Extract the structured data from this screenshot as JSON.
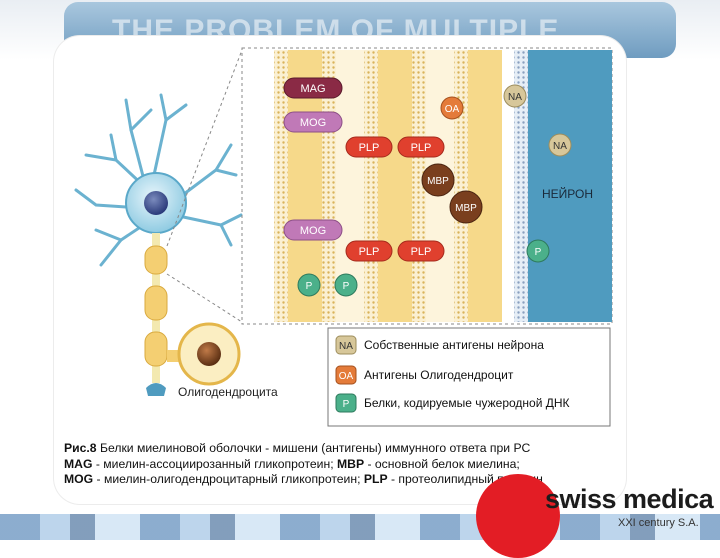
{
  "slide": {
    "title": "THE PROBLEM OF MULTIPLE"
  },
  "diagram": {
    "badges": {
      "mag": "MAG",
      "mog": "MOG",
      "plp": "PLP",
      "mbp": "MBP",
      "oa": "OA",
      "na": "NA",
      "p": "P"
    },
    "neuron_label": "НЕЙРОН",
    "oligodendrocyte_label": "Олигодендроцита",
    "legend": {
      "na_badge": "NA",
      "na_text": "Собственные антигены нейрона",
      "oa_badge": "OA",
      "oa_text": "Антигены Олигодендроцит",
      "p_badge": "P",
      "p_text": "Белки, кодируемые чужеродной ДНК"
    }
  },
  "caption": {
    "fig_label": "Рис.8",
    "line1": " Белки миелиновой оболочки - мишени (антигены) иммунного ответа при РС",
    "mag_abbr": "MAG",
    "mag_def": " - миелин-ассоциирозанный гликопротеин; ",
    "mbp_abbr": "MBP",
    "mbp_def": " - основной белок миелина;",
    "mog_abbr": "MOG",
    "mog_def": " - миелин-олигодендроцитарный гликопротеин; ",
    "plp_abbr": "PLP",
    "plp_def": " - протеолипидный протеин"
  },
  "branding": {
    "logo_text": "swiss medica",
    "logo_sub": "XXI century S.A."
  },
  "colors": {
    "banner": "#7fa8c9",
    "mag": "#8a2a45",
    "mog": "#c079b7",
    "plp": "#e0402e",
    "mbp": "#7a3f1e",
    "oa": "#e47b3a",
    "na": "#d7c79a",
    "p": "#4bb08a",
    "neuron_blue": "#4f9bbf",
    "myelin_yellow": "#f4cf72",
    "brand_red": "#e31d25"
  }
}
